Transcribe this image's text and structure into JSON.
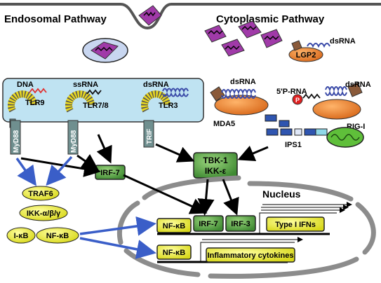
{
  "pathways": {
    "endosomal": "Endosomal Pathway",
    "cytoplasmic": "Cytoplasmic Pathway"
  },
  "receptors": {
    "tlr9": {
      "ligand": "DNA",
      "name": "TLR9",
      "adaptor": "MyD88"
    },
    "tlr78": {
      "ligand": "ssRNA",
      "name": "TLR7/8",
      "adaptor": "MyD88"
    },
    "tlr3": {
      "ligand": "dsRNA",
      "name": "TLR3",
      "adaptor": "TRIF"
    }
  },
  "sensors": {
    "lgp2": {
      "name": "LGP2",
      "ligand": "dsRNA"
    },
    "mda5": {
      "name": "MDA5",
      "ligand": "dsRNA"
    },
    "rigi": {
      "name": "RIG-I",
      "ligand": "dsRNA",
      "five_prime": "5'P-RNA",
      "phosphate": "P"
    },
    "ips1": {
      "name": "IPS1"
    }
  },
  "kinases": {
    "tbk1": "TBK-1",
    "ikke": "IKK-ε"
  },
  "signaling": {
    "irf7": "IRF-7",
    "traf6": "TRAF6",
    "ikk_ab": "IKK-α/β/γ",
    "ikb": "I-κB",
    "nfkb": "NF-κB"
  },
  "nucleus": {
    "label": "Nucleus",
    "nfkb_a": "NF-κB",
    "irf7": "IRF-7",
    "irf3": "IRF-3",
    "type1_ifns": "Type I IFNs",
    "nfkb_b": "NF-κB",
    "inflammatory": "Inflammatory cytokines"
  },
  "colors": {
    "green_box": "#5fa04a",
    "yellow_box": "#e8e82a",
    "receptor_box": "#bfe3f2",
    "myd88": "#6f8f8f",
    "purple": "#a03aa8",
    "orange": "#e8822a",
    "brown": "#8a5a3a",
    "blue_adaptor": "#2f55b0",
    "arrow_blue": "#3a5ec8",
    "nucleus_gray": "#8c8c8c"
  }
}
